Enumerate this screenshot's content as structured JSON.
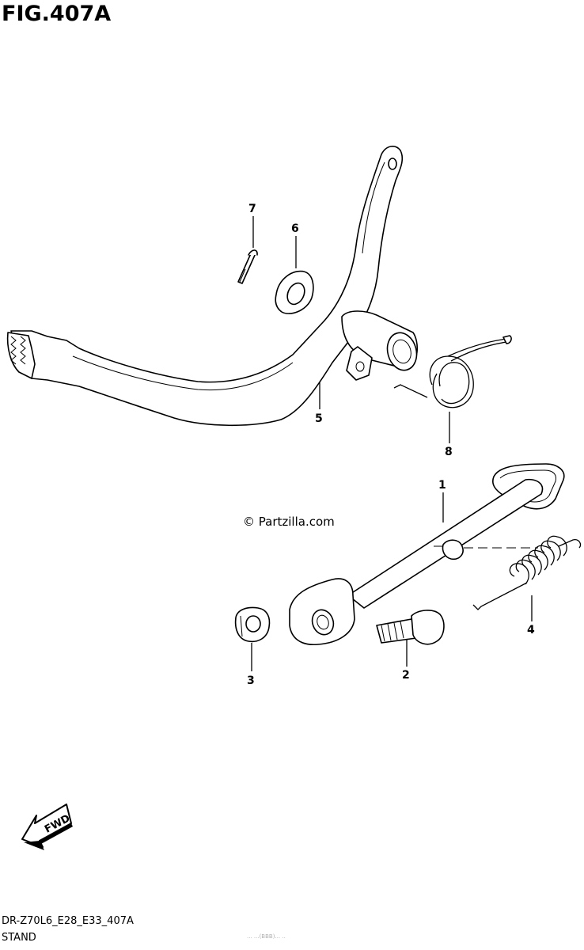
{
  "figure": {
    "title": "FIG.407A",
    "watermark": "© Partzilla.com",
    "code": "DR-Z70L6_E28_E33_407A",
    "subtitle": "STAND",
    "faint_footer": "... ...(BBB)... ..",
    "fwd_label": "FWD"
  },
  "callouts": [
    {
      "id": "7",
      "label": "7",
      "part": "cotter-pin"
    },
    {
      "id": "6",
      "label": "6",
      "part": "washer"
    },
    {
      "id": "5",
      "label": "5",
      "part": "brake-pedal"
    },
    {
      "id": "8",
      "label": "8",
      "part": "pedal-return-spring"
    },
    {
      "id": "1",
      "label": "1",
      "part": "side-stand"
    },
    {
      "id": "4",
      "label": "4",
      "part": "stand-spring"
    },
    {
      "id": "3",
      "label": "3",
      "part": "nut"
    },
    {
      "id": "2",
      "label": "2",
      "part": "stand-bolt"
    }
  ]
}
